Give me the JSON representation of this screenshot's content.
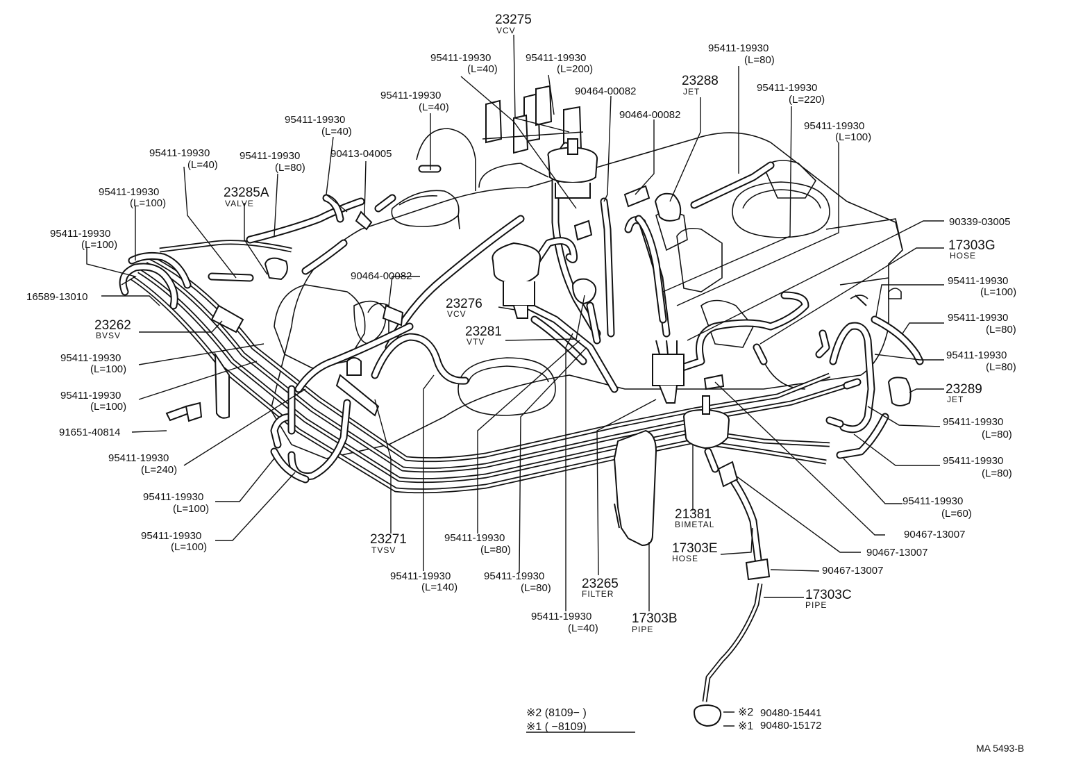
{
  "labels": {
    "l23275": {
      "num": "23275",
      "sub": "VCV"
    },
    "l95411_40a": {
      "num": "95411-19930",
      "sub": "(L=40)"
    },
    "l95411_200": {
      "num": "95411-19930",
      "sub": "(L=200)"
    },
    "l95411_80a": {
      "num": "95411-19930",
      "sub": "(L=80)"
    },
    "l23288": {
      "num": "23288",
      "sub": "JET"
    },
    "l95411_220": {
      "num": "95411-19930",
      "sub": "(L=220)"
    },
    "l90464_a": {
      "num": "90464-00082"
    },
    "l90464_b": {
      "num": "90464-00082"
    },
    "l95411_100a": {
      "num": "95411-19930",
      "sub": "(L=100)"
    },
    "l95411_40b": {
      "num": "95411-19930",
      "sub": "(L=40)"
    },
    "l95411_40c": {
      "num": "95411-19930",
      "sub": "(L=40)"
    },
    "l90413": {
      "num": "90413-04005"
    },
    "l95411_40d": {
      "num": "95411-19930",
      "sub": "(L=40)"
    },
    "l95411_80b": {
      "num": "95411-19930",
      "sub": "(L=80)"
    },
    "l23285A": {
      "num": "23285A",
      "sub": "VALVE"
    },
    "l95411_100b": {
      "num": "95411-19930",
      "sub": "(L=100)"
    },
    "l95411_100c": {
      "num": "95411-19930",
      "sub": "(L=100)"
    },
    "l90339": {
      "num": "90339-03005"
    },
    "l17303G": {
      "num": "17303G",
      "sub": "HOSE"
    },
    "l16589": {
      "num": "16589-13010"
    },
    "l90464_c": {
      "num": "90464-00082"
    },
    "l95411_100d": {
      "num": "95411-19930",
      "sub": "(L=100)"
    },
    "l23276": {
      "num": "23276",
      "sub": "VCV"
    },
    "l23262": {
      "num": "23262",
      "sub": "BVSV"
    },
    "l95411_80c": {
      "num": "95411-19930",
      "sub": "(L=80)"
    },
    "l23281": {
      "num": "23281",
      "sub": "VTV"
    },
    "l95411_100e": {
      "num": "95411-19930",
      "sub": "(L=100)"
    },
    "l95411_80d": {
      "num": "95411-19930",
      "sub": "(L=80)"
    },
    "l95411_100f": {
      "num": "95411-19930",
      "sub": "(L=100)"
    },
    "l23289": {
      "num": "23289",
      "sub": "JET"
    },
    "l91651": {
      "num": "91651-40814"
    },
    "l95411_80e": {
      "num": "95411-19930",
      "sub": "(L=80)"
    },
    "l95411_240": {
      "num": "95411-19930",
      "sub": "(L=240)"
    },
    "l95411_80f": {
      "num": "95411-19930",
      "sub": "(L=80)"
    },
    "l95411_100g": {
      "num": "95411-19930",
      "sub": "(L=100)"
    },
    "l95411_60": {
      "num": "95411-19930",
      "sub": "(L=60)"
    },
    "l21381": {
      "num": "21381",
      "sub": "BIMETAL"
    },
    "l95411_100h": {
      "num": "95411-19930",
      "sub": "(L=100)"
    },
    "l90467_a": {
      "num": "90467-13007"
    },
    "l23271": {
      "num": "23271",
      "sub": "TVSV"
    },
    "l95411_80g": {
      "num": "95411-19930",
      "sub": "(L=80)"
    },
    "l90467_b": {
      "num": "90467-13007"
    },
    "l17303E": {
      "num": "17303E",
      "sub": "HOSE"
    },
    "l95411_80h": {
      "num": "95411-19930",
      "sub": "(L=80)"
    },
    "l90467_c": {
      "num": "90467-13007"
    },
    "l95411_140": {
      "num": "95411-19930",
      "sub": "(L=140)"
    },
    "l23265": {
      "num": "23265",
      "sub": "FILTER"
    },
    "l17303C": {
      "num": "17303C",
      "sub": "PIPE"
    },
    "l95411_40e": {
      "num": "95411-19930",
      "sub": "(L=40)"
    },
    "l17303B": {
      "num": "17303B",
      "sub": "PIPE"
    }
  },
  "notes": {
    "n2": "※2 (8109−        )",
    "n1": "※1 (        −8109)",
    "g2": "※2",
    "g2num": "90480-15441",
    "g1": "※1",
    "g1num": "90480-15172"
  },
  "code": "MA  5493-B"
}
